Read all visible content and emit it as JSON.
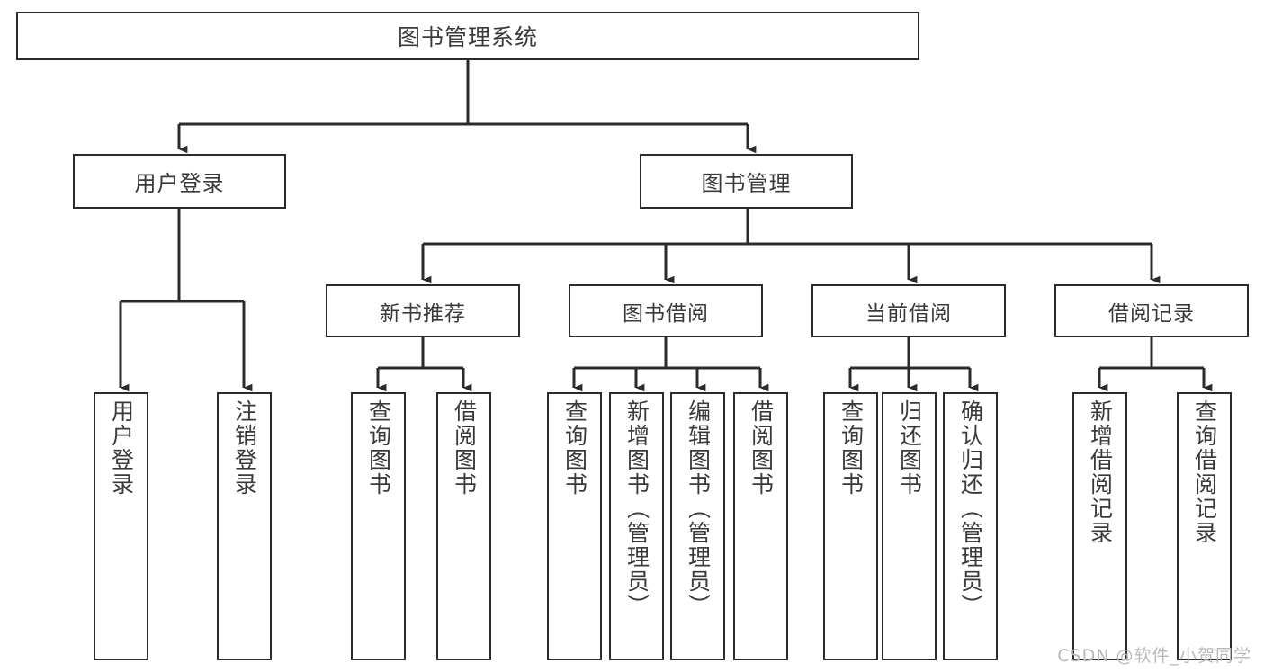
{
  "diagram": {
    "type": "tree",
    "title": "图书管理系统",
    "orientation": "top-down",
    "root": {
      "label": "图书管理系统"
    },
    "level2": [
      {
        "label": "用户登录"
      },
      {
        "label": "图书管理"
      }
    ],
    "level3": [
      {
        "label": "新书推荐"
      },
      {
        "label": "图书借阅"
      },
      {
        "label": "当前借阅"
      },
      {
        "label": "借阅记录"
      }
    ],
    "leaves": [
      {
        "label": "用户登录",
        "parent": "用户登录"
      },
      {
        "label": "注销登录",
        "parent": "用户登录"
      },
      {
        "label": "查询图书",
        "parent": "新书推荐"
      },
      {
        "label": "借阅图书",
        "parent": "新书推荐"
      },
      {
        "label": "查询图书",
        "parent": "图书借阅"
      },
      {
        "label": "新增图书（管理员）",
        "parent": "图书借阅"
      },
      {
        "label": "编辑图书（管理员）",
        "parent": "图书借阅"
      },
      {
        "label": "借阅图书",
        "parent": "图书借阅"
      },
      {
        "label": "查询图书",
        "parent": "当前借阅"
      },
      {
        "label": "归还图书",
        "parent": "当前借阅"
      },
      {
        "label": "确认归还（管理员）",
        "parent": "当前借阅"
      },
      {
        "label": "新增借阅记录",
        "parent": "借阅记录"
      },
      {
        "label": "查询借阅记录",
        "parent": "借阅记录"
      }
    ]
  },
  "watermark": {
    "text": "CSDN @软件_小贺同学"
  },
  "colors": {
    "box_border": "#2b2b2b",
    "box_fill": "#ffffff",
    "text": "#3a3a3a",
    "connector": "#2b2b2b",
    "watermark": "#b9b9b9",
    "background": "#ffffff"
  }
}
